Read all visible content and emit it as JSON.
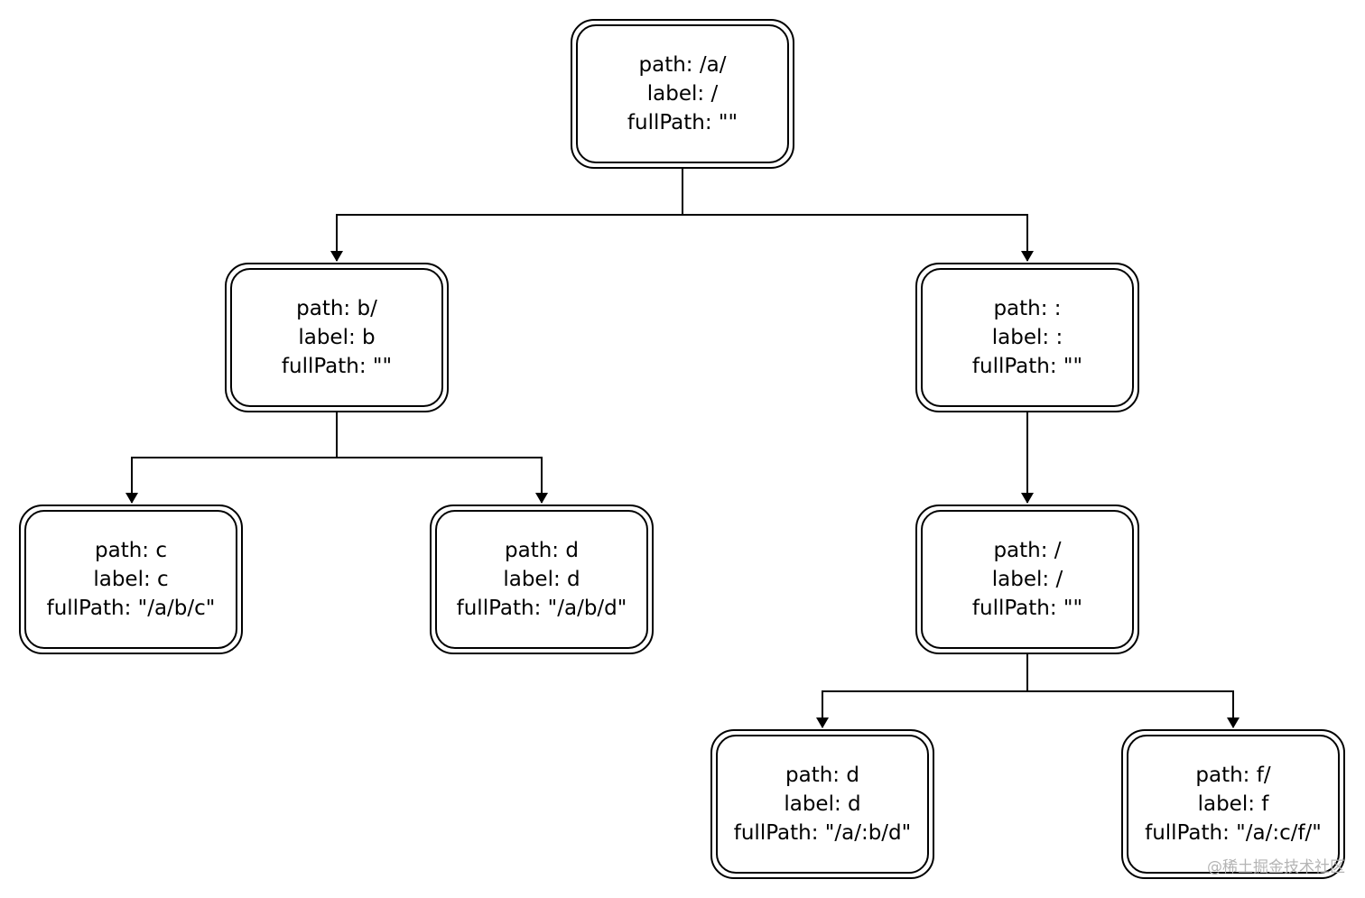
{
  "nodes": {
    "root": {
      "path": "path: /a/",
      "label": "label: /",
      "full_path": "fullPath: \"\""
    },
    "b": {
      "path": "path: b/",
      "label": "label: b",
      "full_path": "fullPath: \"\""
    },
    "colon": {
      "path": "path: :",
      "label": "label: :",
      "full_path": "fullPath: \"\""
    },
    "c": {
      "path": "path: c",
      "label": "label: c",
      "full_path": "fullPath: \"/a/b/c\""
    },
    "d1": {
      "path": "path: d",
      "label": "label: d",
      "full_path": "fullPath: \"/a/b/d\""
    },
    "slash": {
      "path": "path: /",
      "label": "label: /",
      "full_path": "fullPath: \"\""
    },
    "d2": {
      "path": "path: d",
      "label": "label: d",
      "full_path": "fullPath: \"/a/:b/d\""
    },
    "f": {
      "path": "path: f/",
      "label": "label: f",
      "full_path": "fullPath: \"/a/:c/f/\""
    }
  },
  "edges": [
    {
      "from": "root",
      "to": "b"
    },
    {
      "from": "root",
      "to": "colon"
    },
    {
      "from": "b",
      "to": "c"
    },
    {
      "from": "b",
      "to": "d1"
    },
    {
      "from": "colon",
      "to": "slash"
    },
    {
      "from": "slash",
      "to": "d2"
    },
    {
      "from": "slash",
      "to": "f"
    }
  ],
  "watermark": "@稀土掘金技术社区",
  "colors": {
    "stroke": "#000000",
    "background": "#ffffff",
    "watermark": "#b4b4b4"
  }
}
